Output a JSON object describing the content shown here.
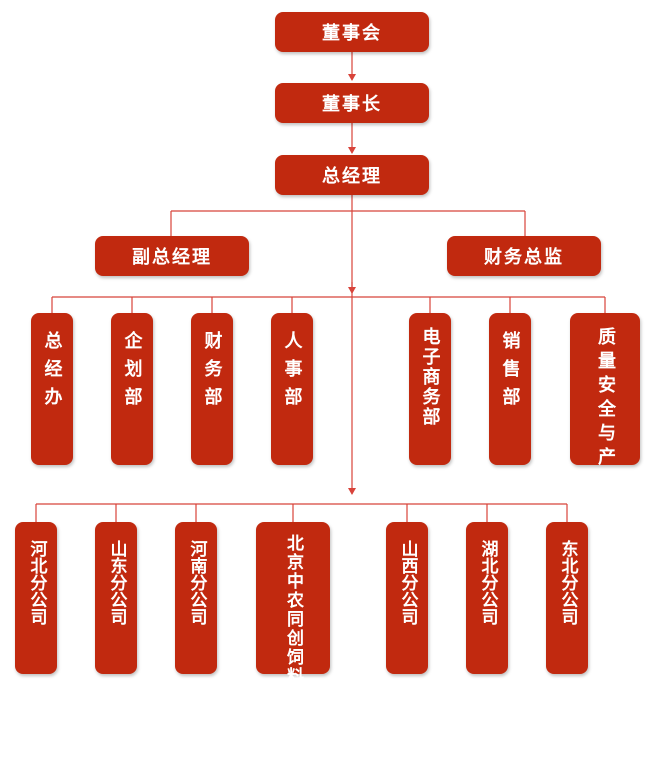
{
  "top": {
    "board": "董事会",
    "chairman": "董事长",
    "gm": "总经理"
  },
  "level2": {
    "deputy_gm": "副总经理",
    "finance_director": "财务总监"
  },
  "departments_left": [
    "总经办",
    "企划部",
    "财务部",
    "人事部"
  ],
  "departments_right": [
    "电子商务部",
    "销售部",
    "质量安全与产业部"
  ],
  "branches": [
    "河北分公司",
    "山东分公司",
    "河南分公司",
    "北京中农同创饲料研究中心",
    "山西分公司",
    "湖北分公司",
    "东北分公司"
  ],
  "colors": {
    "box": "#c1290f",
    "line": "#d8433a",
    "text": "#ffffff"
  }
}
